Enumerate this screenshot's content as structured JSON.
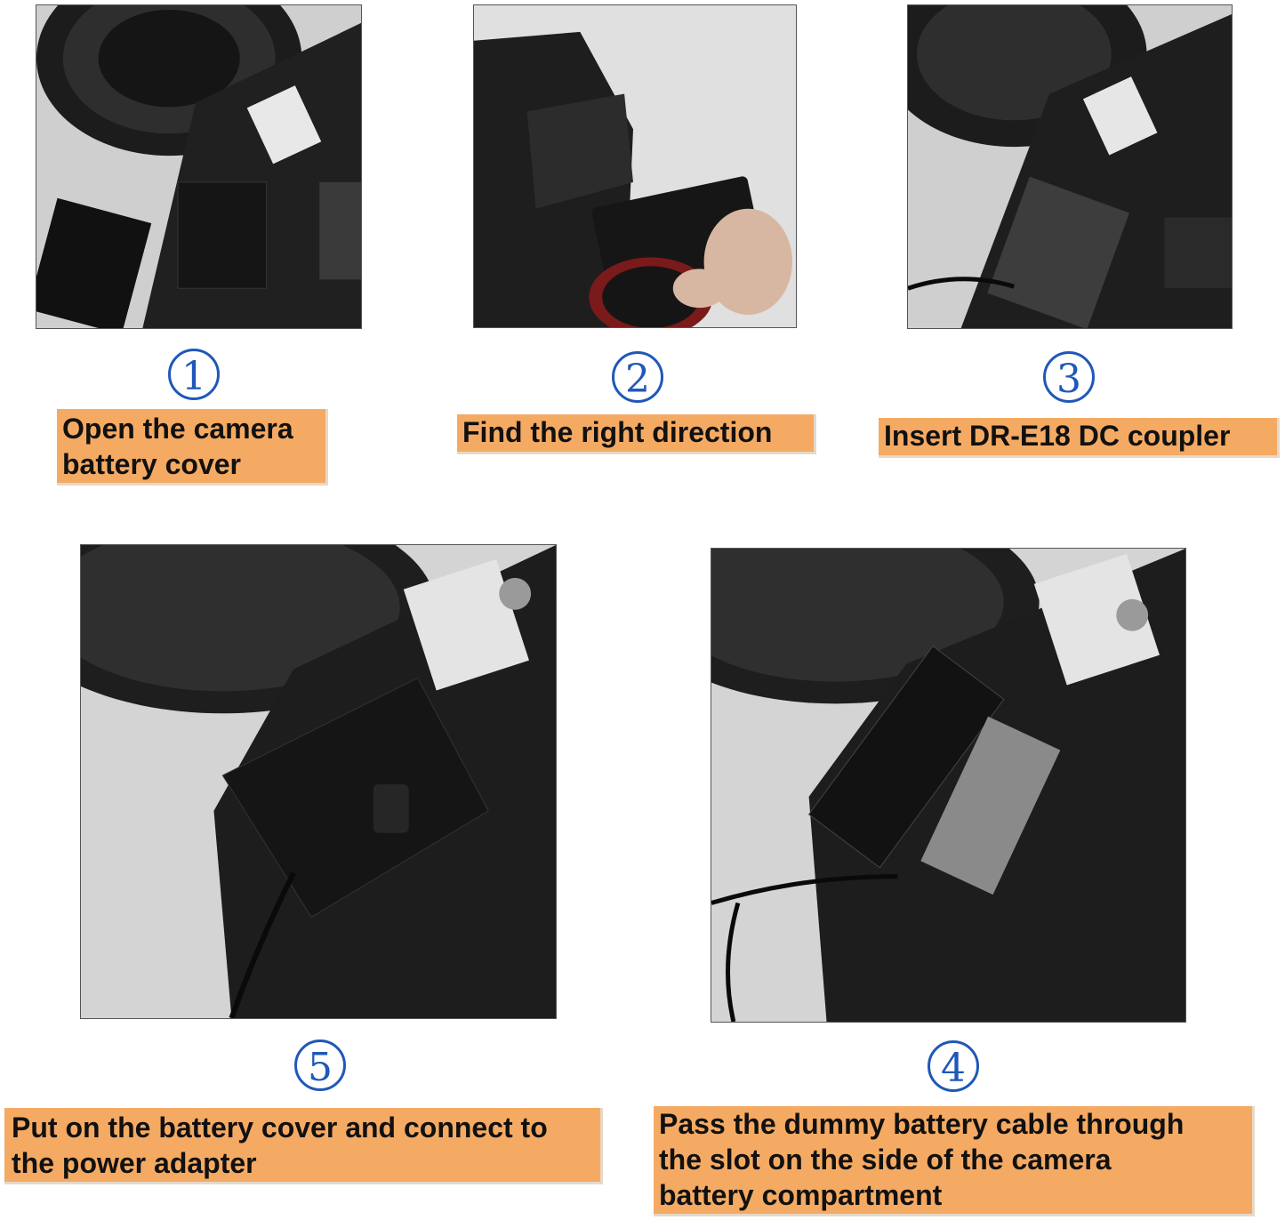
{
  "steps": [
    {
      "number": "1",
      "caption": "Open the camera\n battery cover",
      "photo_subject": "camera-battery-cover-open"
    },
    {
      "number": "2",
      "caption": "Find the right direction",
      "photo_subject": "coupler-orientation"
    },
    {
      "number": "3",
      "caption": "Insert DR-E18 DC coupler",
      "photo_subject": "coupler-inserted"
    },
    {
      "number": "4",
      "caption": "Pass the dummy battery cable through\n the slot on the side of the camera\n battery compartment",
      "photo_subject": "cable-through-slot"
    },
    {
      "number": "5",
      "caption": "Put on the battery cover and connect to\n the power adapter",
      "photo_subject": "cover-closed-cable-out"
    }
  ],
  "colors": {
    "caption_bg": "#f5aa63",
    "number_blue": "#1f58b8"
  }
}
